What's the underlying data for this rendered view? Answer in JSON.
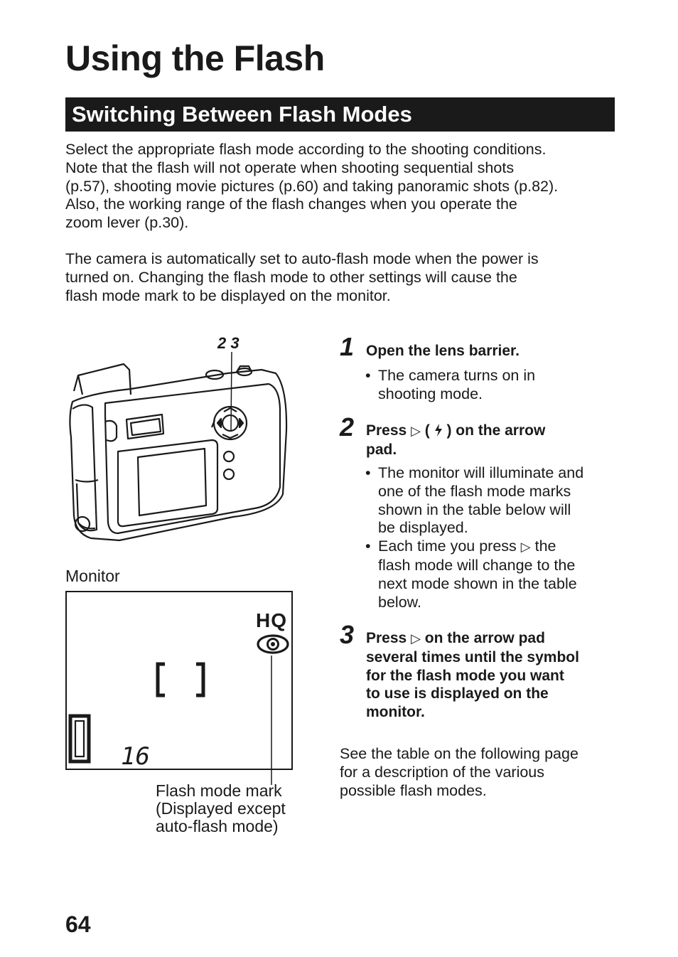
{
  "page": {
    "title": "Using the Flash",
    "section_title": "Switching Between Flash Modes",
    "intro_lines": [
      "Select the appropriate flash mode according to the shooting conditions.",
      "Note that the flash will not operate when shooting sequential shots",
      "(p.57), shooting movie pictures (p.60) and taking panoramic shots (p.82).",
      "Also, the working range of the flash changes when you operate the",
      "zoom lever (p.30)."
    ],
    "auto_lines": [
      "The camera is automatically set to auto-flash mode when the power is",
      "turned on. Changing the flash mode to other settings will cause the",
      "flash mode mark to be displayed on the monitor."
    ],
    "page_number": "64"
  },
  "figure": {
    "callout_label": "2 3",
    "monitor_label": "Monitor",
    "lcd_mode_text": "HQ",
    "lcd_count": "16",
    "caption_lines": [
      "Flash mode mark",
      "(Displayed except",
      "auto-flash mode)"
    ]
  },
  "steps": [
    {
      "number": "1",
      "heading_lines": [
        "Open the lens barrier."
      ],
      "bullets": [
        {
          "lines": [
            "The camera turns on in",
            "shooting mode."
          ]
        }
      ]
    },
    {
      "number": "2",
      "heading_pre": "Press",
      "heading_paren_open": "(",
      "heading_post": ") on the arrow",
      "heading_line2": "pad.",
      "bullets": [
        {
          "lines": [
            "The monitor will illuminate and",
            "one of the flash mode marks",
            "shown in the table below will",
            "be displayed."
          ]
        },
        {
          "pre": "Each time you press",
          "post": "the",
          "lines": [
            "flash mode will change to the",
            "next mode shown in the table",
            "below."
          ]
        }
      ]
    },
    {
      "number": "3",
      "heading_pre": "Press",
      "heading_post": "on the arrow pad",
      "heading_lines": [
        "several times until the symbol",
        "for the flash mode you want",
        "to use is displayed on the",
        "monitor."
      ]
    }
  ],
  "side_note_lines": [
    "See the table on the following page",
    "for a description of the various",
    "possible flash modes."
  ],
  "icons": {
    "arrow_right": "right-triangle-icon",
    "flash": "flash-icon",
    "redeye": "red-eye-icon"
  }
}
